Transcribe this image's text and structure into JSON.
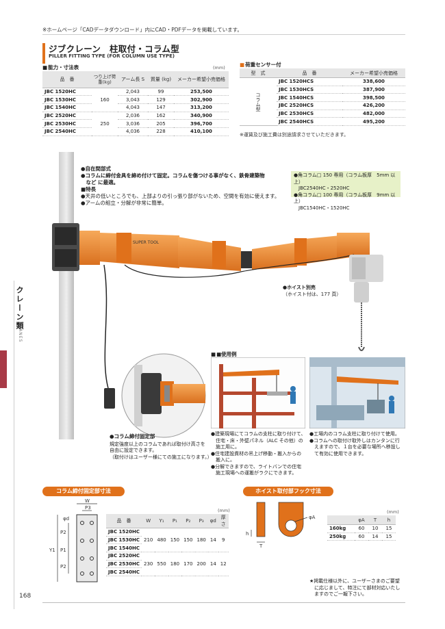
{
  "top_note": "※ホームページ「CADデータダウンロード」内にCAD・PDFデータを掲載しています。",
  "title": "ジブクレーン　柱取付・コラム型",
  "subtitle": "PILLER FITTING TYPE (FOR COLUMN USE TYPE)",
  "spec": {
    "label": "能力・寸法表",
    "unit": "(mm)",
    "headers": [
      "品　番",
      "つり上げ荷重(kg)",
      "アーム長 S",
      "質量 (kg)",
      "メーカー希望小売価格"
    ],
    "rows": [
      {
        "model": "JBC 1520HC",
        "arm": "2,043",
        "mass": "99",
        "price": "253,500"
      },
      {
        "model": "JBC 1530HC",
        "arm": "3,043",
        "mass": "129",
        "price": "302,900"
      },
      {
        "model": "JBC 1540HC",
        "arm": "4,043",
        "mass": "147",
        "price": "313,200"
      },
      {
        "model": "JBC 2520HC",
        "arm": "2,036",
        "mass": "162",
        "price": "340,900"
      },
      {
        "model": "JBC 2530HC",
        "arm": "3,036",
        "mass": "205",
        "price": "396,700"
      },
      {
        "model": "JBC 2540HC",
        "arm": "4,036",
        "mass": "228",
        "price": "410,100"
      }
    ],
    "load_160": "160",
    "load_250": "250"
  },
  "sensor": {
    "label": "荷重センサー付",
    "headers": [
      "型　式",
      "品　番",
      "メーカー希望小売価格"
    ],
    "type": "コラム型",
    "rows": [
      {
        "model": "JBC 1520HCS",
        "price": "338,600"
      },
      {
        "model": "JBC 1530HCS",
        "price": "387,900"
      },
      {
        "model": "JBC 1540HCS",
        "price": "398,500"
      },
      {
        "model": "JBC 2520HCS",
        "price": "426,200"
      },
      {
        "model": "JBC 2530HCS",
        "price": "482,000"
      },
      {
        "model": "JBC 2540HCS",
        "price": "495,200"
      }
    ],
    "note": "※運賃及び施工費は別途請求させていただきます。"
  },
  "features": {
    "line1": "●自在間部式",
    "line2": "●コラムに締付金具を締め付けて固定。コラムを傷つける事がなく、鉄骨建築物",
    "line3": "　など に最適。",
    "head": "■特長",
    "line4": "●天井の低いところでも、上部よりの引っ張り部がないため、空間を有効に使えます。",
    "line5": "●アームの組立・分解が非常に簡単。"
  },
  "green": {
    "line1": "●角コラム□ 150 専用（コラム板厚　5mm 以上）",
    "line2": "　JBC2540HC・2520HC",
    "line3": "●角コラム□ 100 専用（コラム板厚　9mm 以上）",
    "line4": "　JBC1540HC・1520HC"
  },
  "hoist_note": {
    "title": "●ホイスト別売",
    "sub": "（ホイスト付は、177 頁）"
  },
  "column_fix": {
    "title": "●コラム締付固定部",
    "text1": "規定強度以上のコラムであれば取付け高さを",
    "text2": "自由に設定できます。",
    "text3": "（取付けはユーザー様にての施工になります。）"
  },
  "usage": {
    "label": "■使用例",
    "left1": "●建築現場にてコラムの支柱に取り付けて、",
    "left2": "　住宅・床・外壁パネル（ALC その他）の",
    "left3": "　施工用に。",
    "left4": "●住宅建設資材の吊上げ移動・搬入からの",
    "left5": "　搬入に。",
    "left6": "●分解できますので、ライトバンでの住宅",
    "left7": "　施工現場への運搬がラクにできます。",
    "right1": "●工場内のコラム支柱に取り付けて使用。",
    "right2": "●コラムへの取付け取外しはカンタンに行",
    "right3": "　えますので、１台を必要な場所へ移設し",
    "right4": "　て有効に使用できます。"
  },
  "column_dims": {
    "pill": "コラム締付固定部寸法",
    "unit": "(mm)",
    "headers": [
      "品　番",
      "W",
      "Y₁",
      "P₁",
      "P₂",
      "P₃",
      "φd",
      "厚さ"
    ],
    "rows": [
      "JBC 1520HC",
      "JBC 1530HC",
      "JBC 1540HC",
      "JBC 2520HC",
      "JBC 2530HC",
      "JBC 2540HC"
    ],
    "vals_a": [
      "210",
      "480",
      "150",
      "150",
      "180",
      "14",
      "9"
    ],
    "vals_b": [
      "230",
      "550",
      "180",
      "170",
      "200",
      "14",
      "12"
    ],
    "lbl_W": "W",
    "lbl_P3": "P3",
    "lbl_phid": "φd",
    "lbl_P2": "P2",
    "lbl_P1": "P1",
    "lbl_Y1": "Y1"
  },
  "hook_dims": {
    "pill": "ホイスト取付部フック寸法",
    "unit": "(mm)",
    "headers": [
      "",
      "φA",
      "T",
      "h"
    ],
    "rows": [
      {
        "load": "160kg",
        "a": "60",
        "t": "10",
        "h": "15"
      },
      {
        "load": "250kg",
        "a": "60",
        "t": "14",
        "h": "15"
      }
    ],
    "lbl_phiA": "φA",
    "lbl_h": "h",
    "lbl_T": "T"
  },
  "bottom_note": {
    "line1": "★掲載仕様以外に、ユーザーさまのご要望",
    "line2": "　に応じまして、特注にて部材対応いたし",
    "line3": "　ますのでご一報下さい。"
  },
  "side": {
    "jp": "クレーン類",
    "en": "CRANES"
  },
  "page": "168",
  "colors": {
    "accent": "#e0711b",
    "tab": "#a83a47",
    "green": "#e7f1c8"
  }
}
